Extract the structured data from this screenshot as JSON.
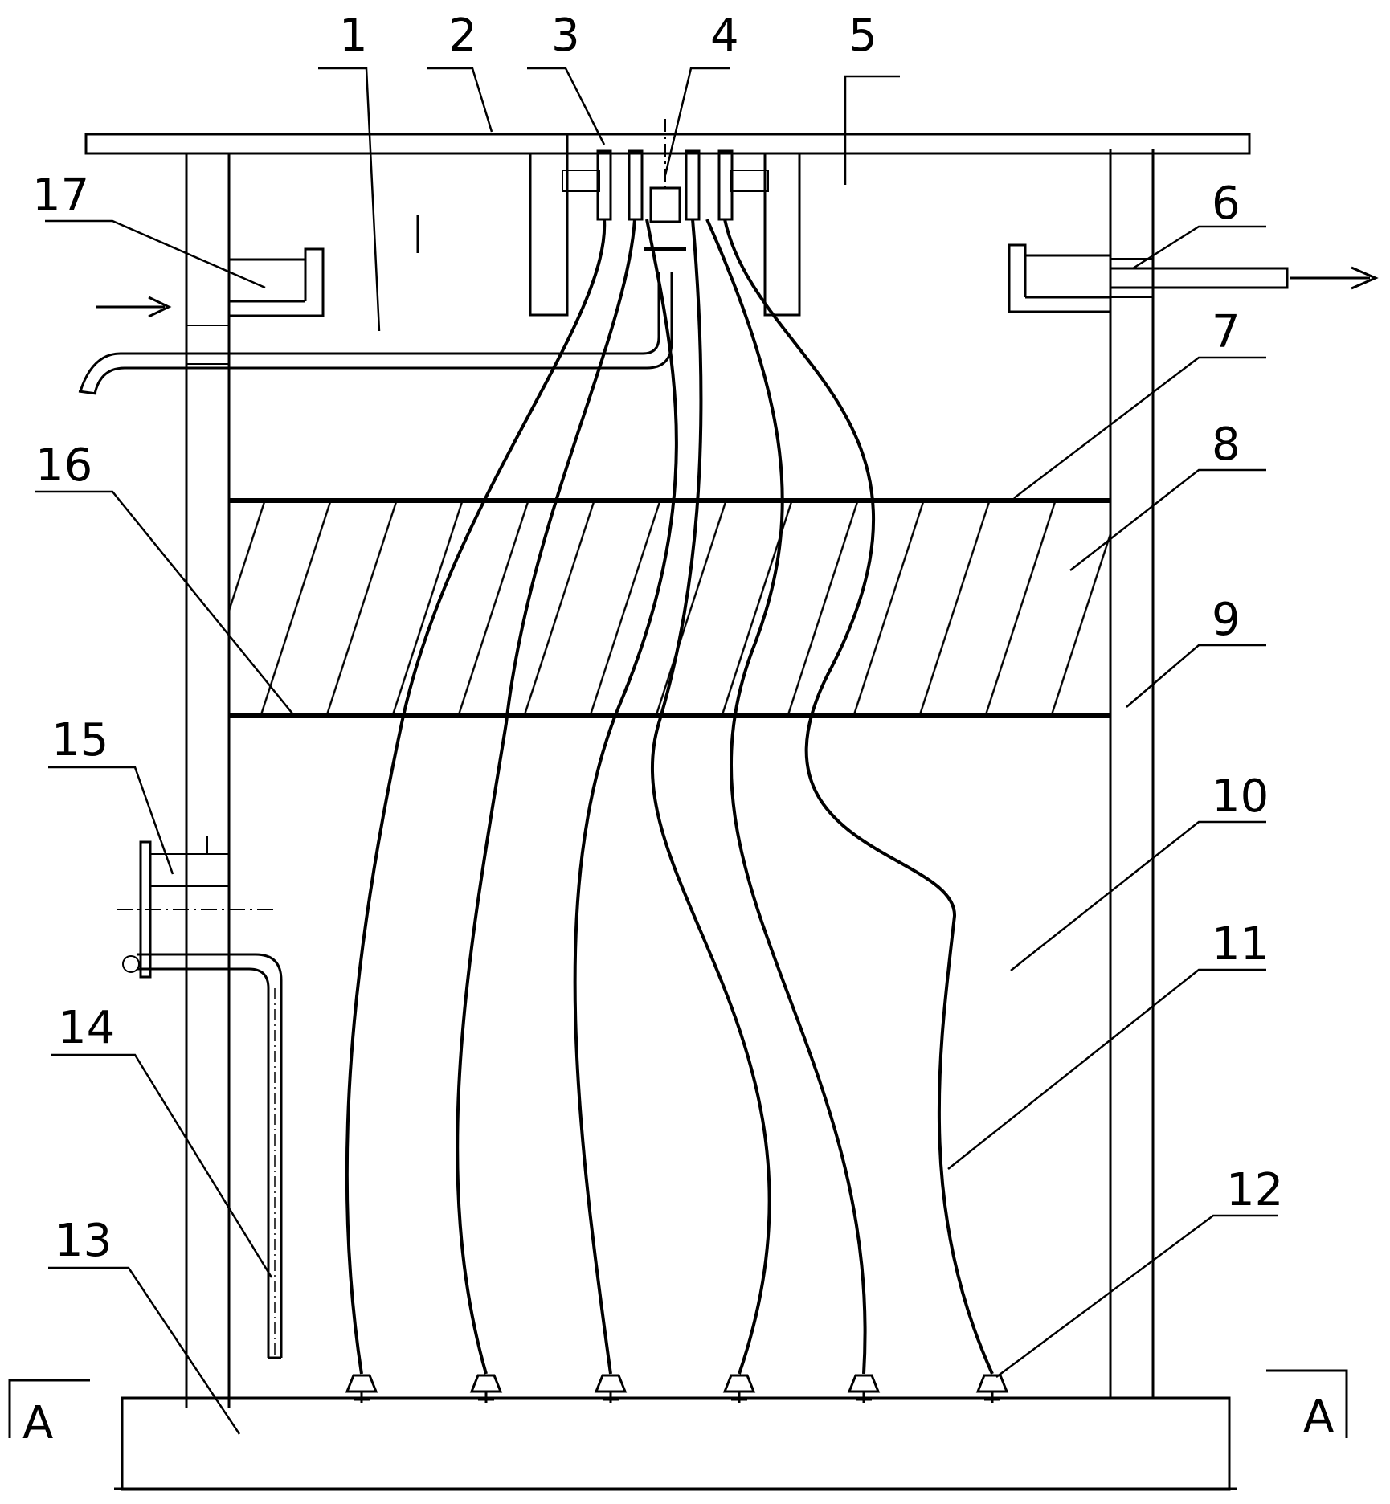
{
  "diagram": {
    "labels": {
      "l1": "1",
      "l2": "2",
      "l3": "3",
      "l4": "4",
      "l5": "5",
      "l6": "6",
      "l7": "7",
      "l8": "8",
      "l9": "9",
      "l10": "10",
      "l11": "11",
      "l12": "12",
      "l13": "13",
      "l14": "14",
      "l15": "15",
      "l16": "16",
      "l17": "17"
    },
    "section_marks": {
      "left": "A",
      "right": "A"
    },
    "hose_count": 6
  }
}
